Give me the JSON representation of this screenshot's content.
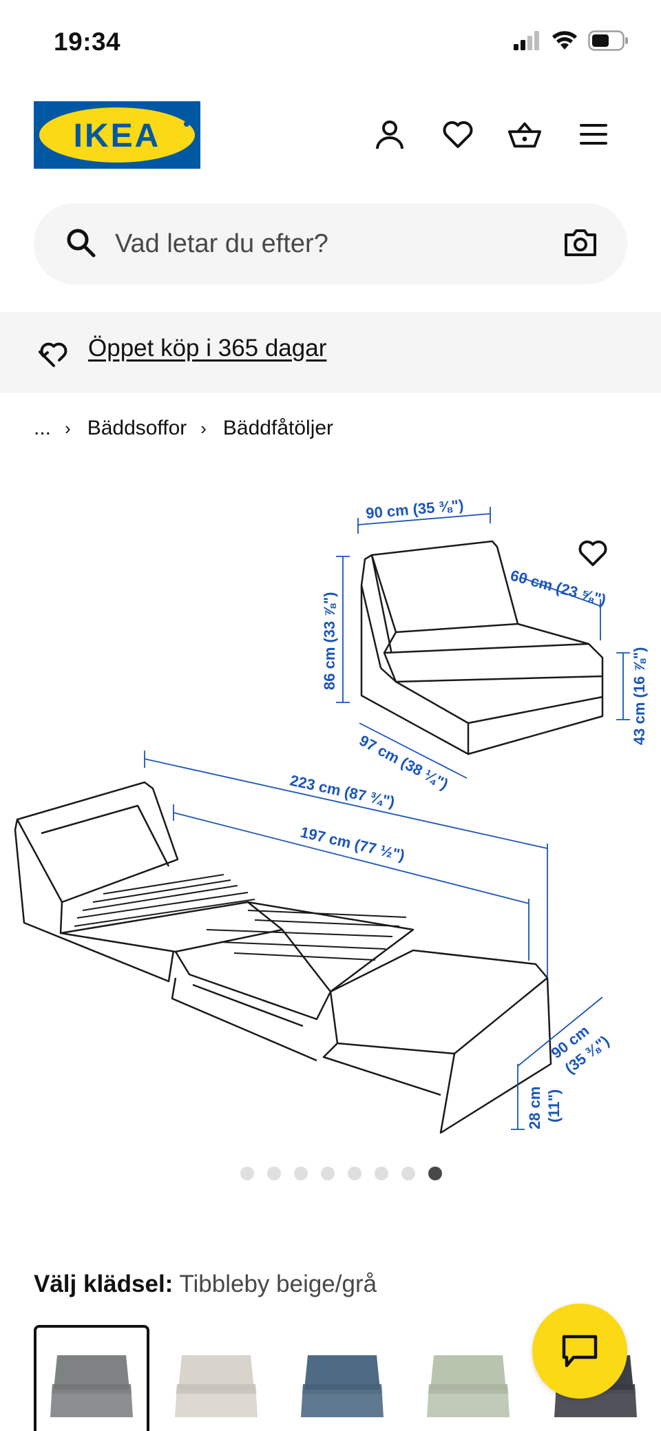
{
  "status_bar": {
    "time": "19:34"
  },
  "header": {
    "logo_text": "IKEA"
  },
  "search": {
    "placeholder": "Vad letar du efter?"
  },
  "promo": {
    "text": "Öppet köp i 365 dagar"
  },
  "breadcrumb": {
    "ellipsis": "...",
    "items": [
      "Bäddsoffor",
      "Bäddfåtöljer"
    ]
  },
  "dimensions": {
    "width_chair": "90 cm (35 ⅜\")",
    "depth_back": "60 cm (23 ⅝\")",
    "height_total": "86 cm (33 ⅞\")",
    "height_seat": "43 cm (16 ⅞\")",
    "depth_chair": "97 cm (38 ¼\")",
    "length_total": "223 cm (87 ¾\")",
    "length_bed": "197 cm (77 ½\")",
    "width_bed_cm": "90 cm",
    "width_bed_in": "(35 ⅜\")",
    "height_bed_cm": "28 cm",
    "height_bed_in": "(11\")"
  },
  "carousel": {
    "count": 8,
    "active_index": 7
  },
  "upholstery": {
    "label": "Välj klädsel:",
    "value": "Tibbleby beige/grå"
  },
  "swatches": [
    {
      "color": "#7f8283"
    },
    {
      "color": "#d9d4cb"
    },
    {
      "color": "#4e6a85"
    },
    {
      "color": "#b9c4ae"
    },
    {
      "color": "#3d4048"
    }
  ],
  "colors": {
    "brand_blue": "#0058a3",
    "brand_yellow": "#fbd914",
    "dimension_blue": "#1a56b8"
  },
  "icons": [
    "signal-icon",
    "wifi-icon",
    "battery-icon",
    "account-icon",
    "heart-icon",
    "basket-icon",
    "menu-icon",
    "search-icon",
    "camera-icon",
    "return-heart-icon",
    "chat-icon"
  ]
}
